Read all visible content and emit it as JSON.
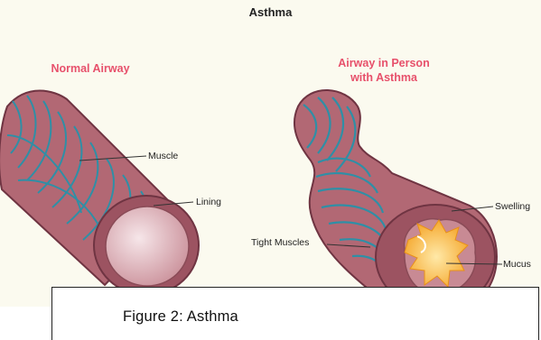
{
  "figure": {
    "title": "Asthma",
    "headings": {
      "normal": "Normal Airway",
      "asthma_line1": "Airway in Person",
      "asthma_line2": "with Asthma"
    },
    "labels": {
      "muscle": "Muscle",
      "lining": "Lining",
      "tight_muscles": "Tight Muscles",
      "swelling": "Swelling",
      "mucus": "Mucus"
    },
    "caption": "Figure 2:  Asthma"
  },
  "colors": {
    "background": "#fbfaef",
    "heading": "#e7506b",
    "airway_wall": "#b26874",
    "airway_outline": "#6f3442",
    "muscle_band": "#2f8fa6",
    "lumen": "#e3bfc4",
    "mucus": "#f4a325"
  }
}
